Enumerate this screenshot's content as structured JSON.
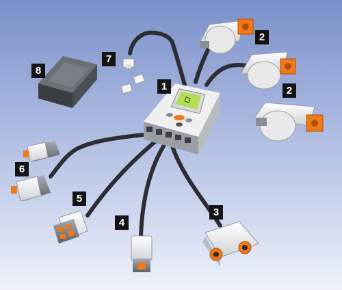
{
  "labels": {
    "nxt_brick": "1",
    "servo_motor_top": "2",
    "servo_motor_bottom": "2",
    "ultrasonic_sensor": "3",
    "light_sensor": "4",
    "sound_sensor": "5",
    "touch_sensor": "6",
    "connector_cable": "7",
    "battery_pack": "8"
  },
  "colors": {
    "background_top": "#7a8fca",
    "background_bottom": "#eef1fa",
    "badge": "#141414",
    "brick_screen": "#b4dc58",
    "accent_orange": "#f07818",
    "cable": "#2c2e33",
    "plastic_white": "#f2f2f2",
    "plastic_gray": "#8a8e94"
  }
}
